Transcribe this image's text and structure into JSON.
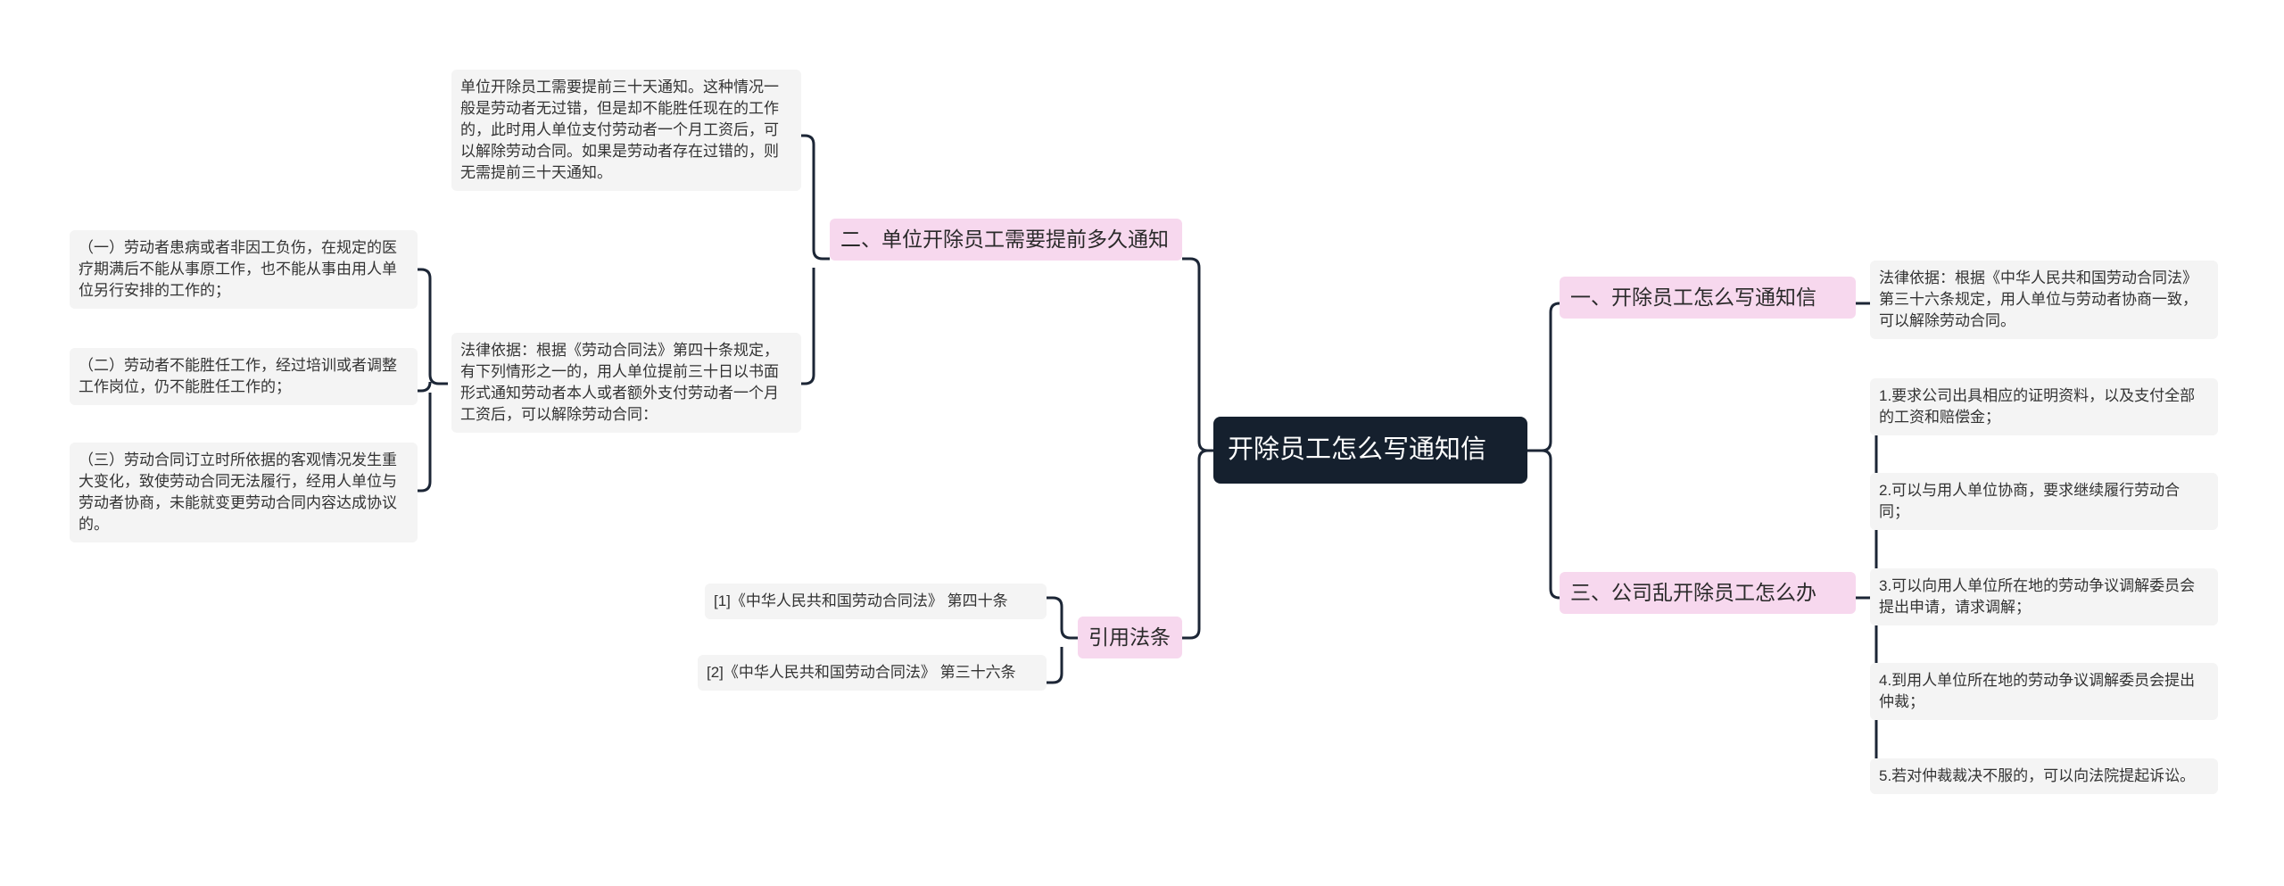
{
  "root": {
    "title": "开除员工怎么写通知信"
  },
  "left": {
    "section2": {
      "title": "二、单位开除员工需要提前多久通知",
      "notice": "单位开除员工需要提前三十天通知。这种情况一般是劳动者无过错，但是却不能胜任现在的工作的，此时用人单位支付劳动者一个月工资后，可以解除劳动合同。如果是劳动者存在过错的，则无需提前三十天通知。",
      "basis": "法律依据：根据《劳动合同法》第四十条规定，有下列情形之一的，用人单位提前三十日以书面形式通知劳动者本人或者额外支付劳动者一个月工资后，可以解除劳动合同：",
      "cases": [
        "（一）劳动者患病或者非因工负伤，在规定的医疗期满后不能从事原工作，也不能从事由用人单位另行安排的工作的；",
        "（二）劳动者不能胜任工作，经过培训或者调整工作岗位，仍不能胜任工作的；",
        "（三）劳动合同订立时所依据的客观情况发生重大变化，致使劳动合同无法履行，经用人单位与劳动者协商，未能就变更劳动合同内容达成协议的。"
      ]
    },
    "refs": {
      "title": "引用法条",
      "items": [
        "[1]《中华人民共和国劳动合同法》 第四十条",
        "[2]《中华人民共和国劳动合同法》 第三十六条"
      ]
    }
  },
  "right": {
    "section1": {
      "title": "一、开除员工怎么写通知信",
      "basis": "法律依据：根据《中华人民共和国劳动合同法》第三十六条规定，用人单位与劳动者协商一致，可以解除劳动合同。"
    },
    "section3": {
      "title": "三、公司乱开除员工怎么办",
      "steps": [
        "1.要求公司出具相应的证明资料，以及支付全部的工资和赔偿金；",
        "2.可以与用人单位协商，要求继续履行劳动合同；",
        "3.可以向用人单位所在地的劳动争议调解委员会提出申请，请求调解；",
        "4.到用人单位所在地的劳动争议调解委员会提出仲裁；",
        "5.若对仲裁裁决不服的，可以向法院提起诉讼。"
      ]
    }
  },
  "colors": {
    "root_bg": "#15202e",
    "topic_bg": "#f7d8ee",
    "leaf_bg": "#f4f4f4",
    "connector": "#1c2636"
  }
}
